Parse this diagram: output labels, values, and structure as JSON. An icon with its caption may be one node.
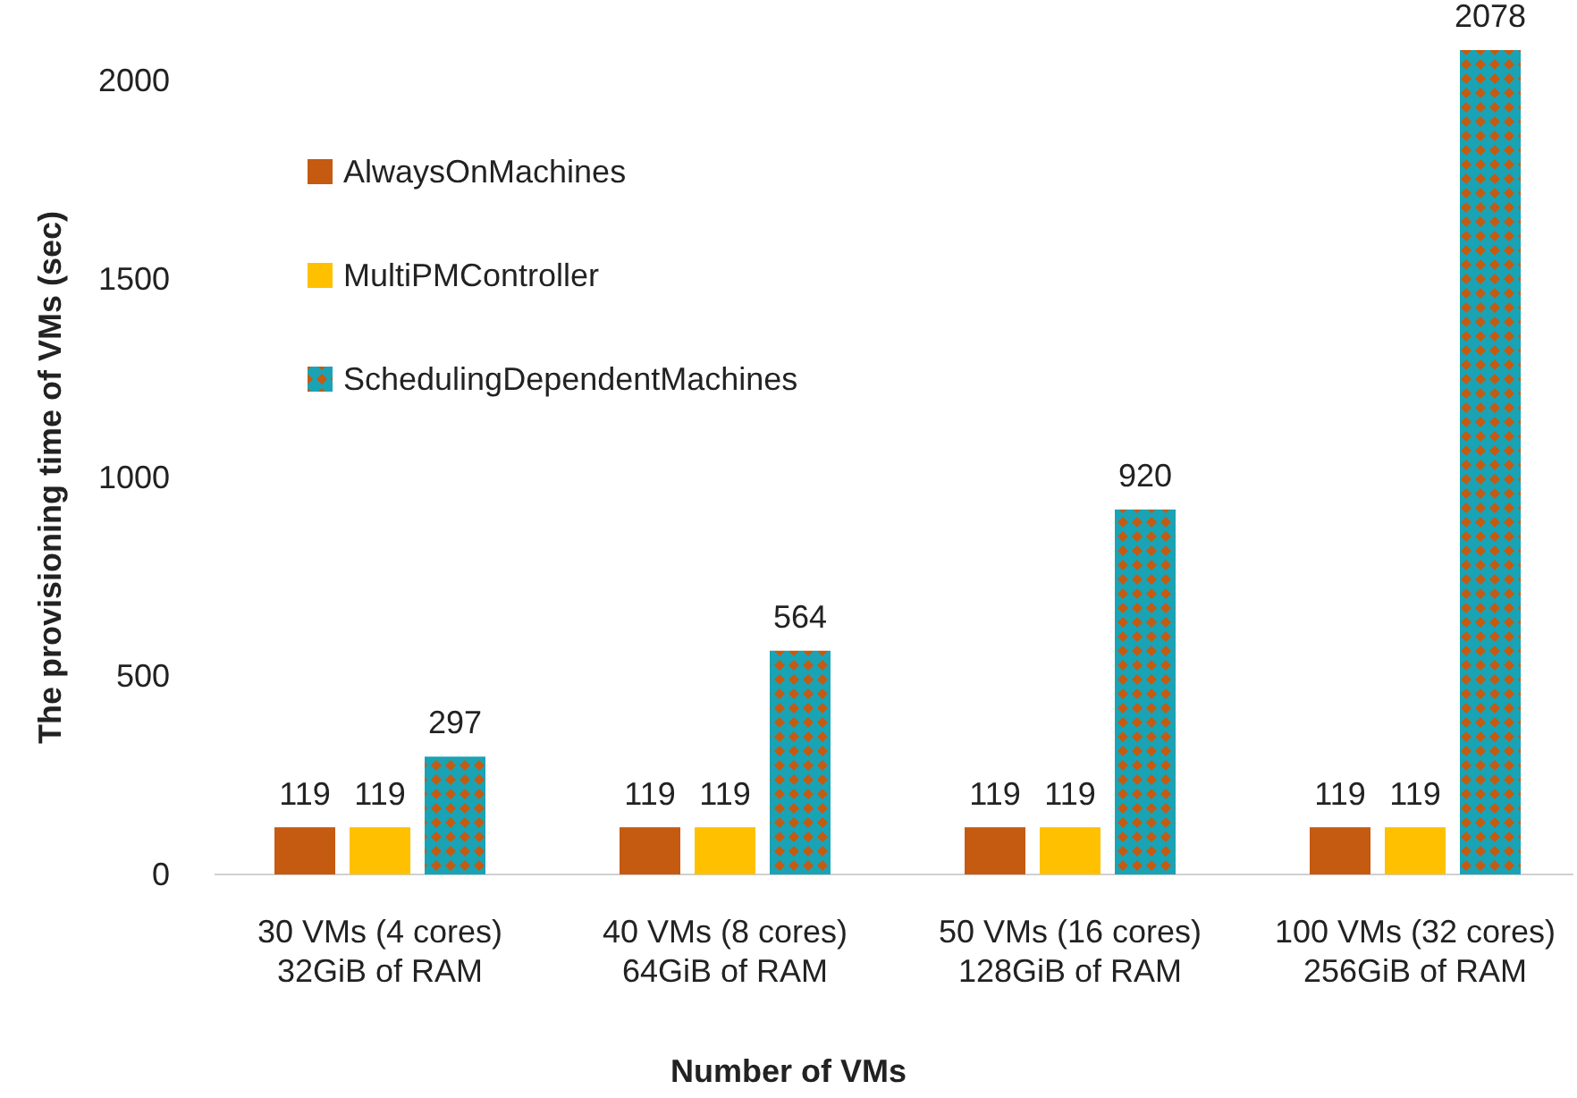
{
  "diagram": {
    "chart_data": {
      "type": "bar",
      "xlabel": "Number of VMs",
      "ylabel": "The provisioning time of VMs (sec)",
      "categories": [
        "30 VMs (4 cores) 32GiB of RAM",
        "40 VMs (8 cores) 64GiB of RAM",
        "50 VMs (16 cores) 128GiB of RAM",
        "100 VMs (32 cores) 256GiB of RAM"
      ],
      "series": [
        {
          "name": "AlwaysOnMachines",
          "color": "#c55a11",
          "values": [
            119,
            119,
            119,
            119
          ]
        },
        {
          "name": "MultiPMController",
          "color": "#ffc000",
          "values": [
            119,
            119,
            119,
            119
          ]
        },
        {
          "name": "SchedulingDependentMachines",
          "color": "#1aa3b5",
          "values": [
            297,
            564,
            920,
            2078
          ]
        }
      ],
      "legend": "upper left",
      "ylim": [
        0,
        2078
      ],
      "yticks": [
        0,
        500,
        1000,
        1500,
        2000
      ],
      "data_labels": true
    }
  }
}
